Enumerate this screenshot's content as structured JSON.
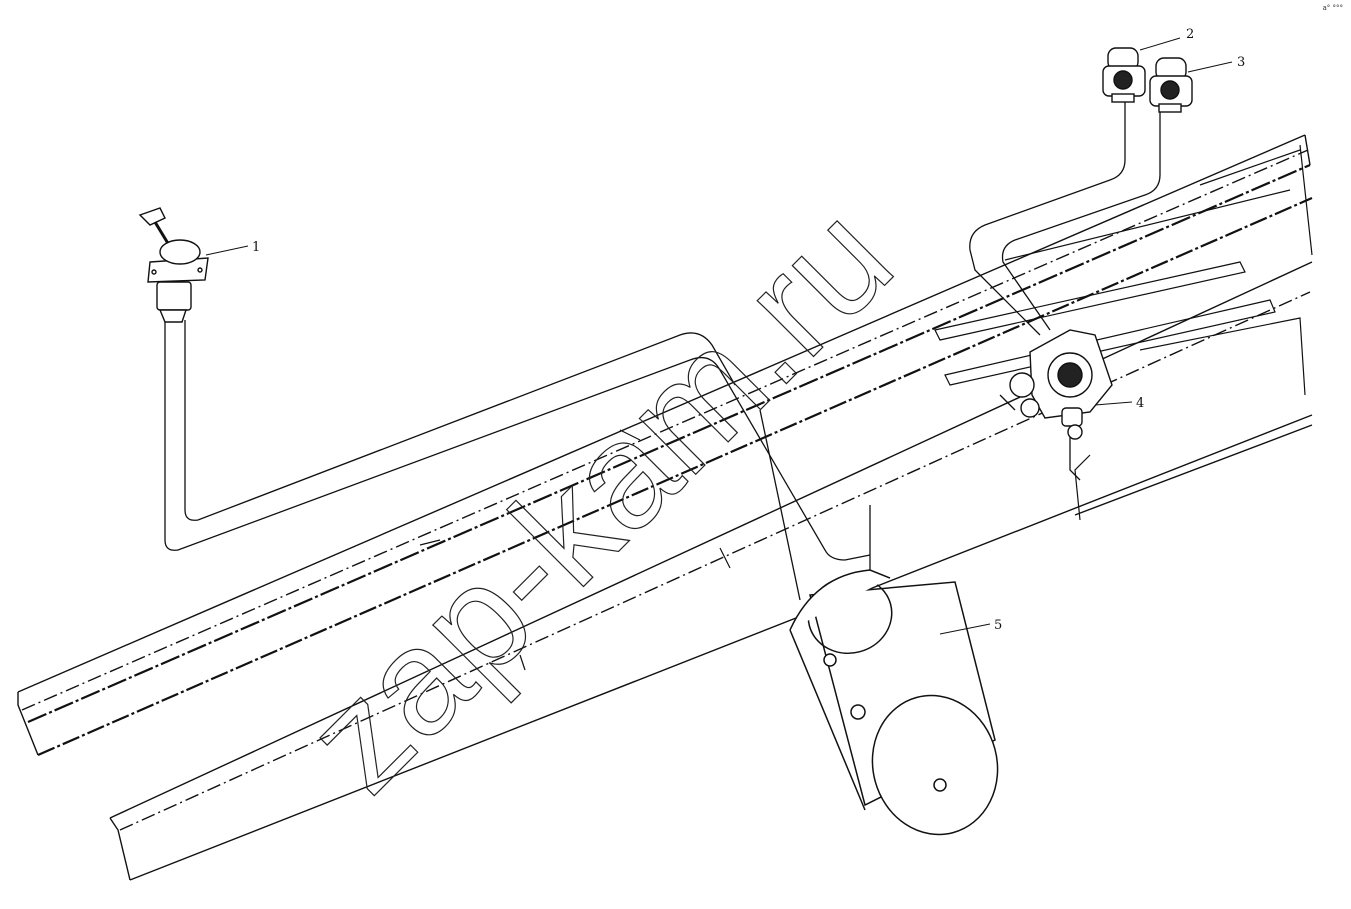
{
  "diagram": {
    "callouts": [
      "1",
      "2",
      "3",
      "4",
      "5"
    ],
    "watermark": "zap-kam.ru",
    "corner_mark": "a° °°°"
  },
  "colors": {
    "line": "#111111",
    "background": "#ffffff",
    "watermark_outline": "#222222"
  }
}
